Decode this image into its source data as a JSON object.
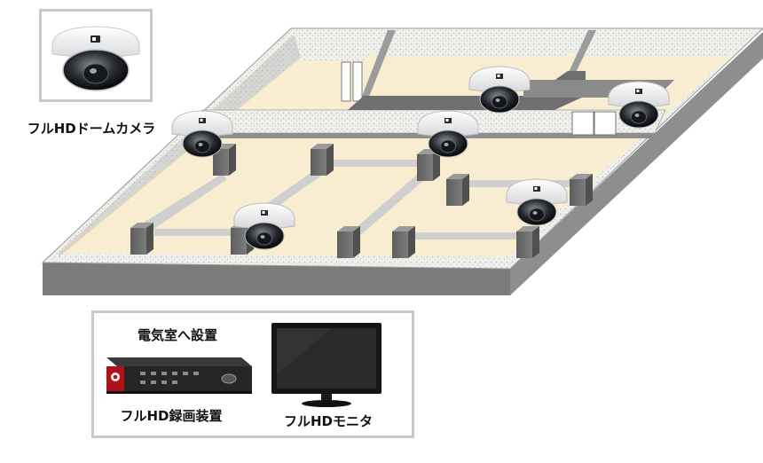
{
  "legend_camera": {
    "label": "フルHDドームカメラ",
    "icon": "dome-camera-icon"
  },
  "equipment_room": {
    "note": "電気室へ設置",
    "recorder_label": "フルHD録画装置",
    "recorder_icon": "dvr-recorder-icon",
    "monitor_label": "フルHDモニタ",
    "monitor_icon": "lcd-monitor-icon"
  },
  "floor_plan": {
    "camera_count": 6,
    "colors": {
      "floor": "#f8edd0",
      "wall_top": "#eeeeea",
      "wall_side": "#8f8f8f",
      "wall_front": "#7a7a7a",
      "shelf": "#777777",
      "aisle": "#cfcfcf"
    }
  }
}
